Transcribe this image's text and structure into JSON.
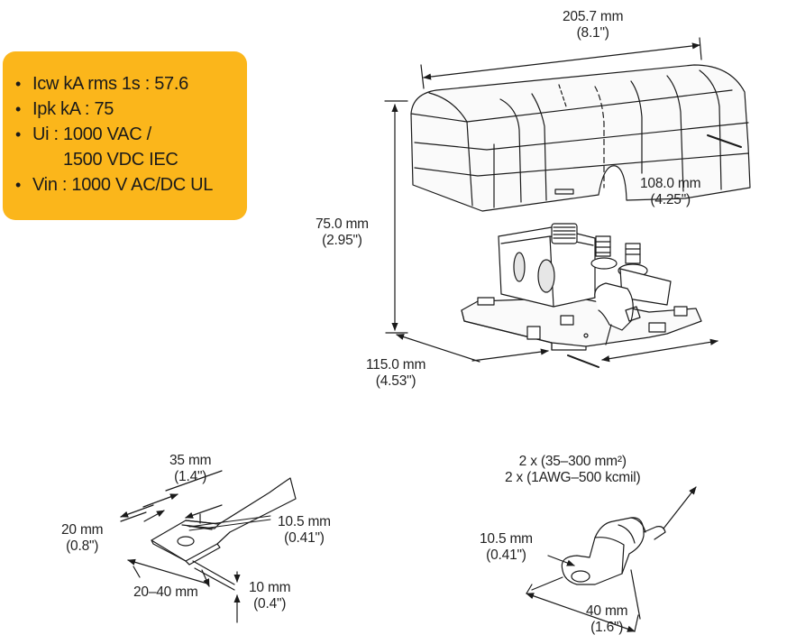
{
  "specs": [
    {
      "text": "Icw kA rms 1s : 57.6"
    },
    {
      "text": "Ipk kA : 75"
    },
    {
      "text": "Ui : 1000 VAC /",
      "cont": "1500 VDC IEC"
    },
    {
      "text": "Vin : 1000 V AC/DC UL"
    }
  ],
  "dimensions": {
    "width_top": {
      "mm": "205.7 mm",
      "in": "(8.1\")"
    },
    "height": {
      "mm": "75.0 mm",
      "in": "(2.95\")"
    },
    "depth": {
      "mm": "108.0 mm",
      "in": "(4.25\")"
    },
    "front": {
      "mm": "115.0 mm",
      "in": "(4.53\")"
    },
    "busbar_len": {
      "mm": "35 mm",
      "in": "(1.4\")"
    },
    "busbar_width": {
      "mm": "20 mm",
      "in": "(0.8\")"
    },
    "busbar_hole": {
      "mm": "10.5 mm",
      "in": "(0.41\")"
    },
    "busbar_range": {
      "mm": "20–40 mm"
    },
    "busbar_thick": {
      "mm": "10 mm",
      "in": "(0.4\")"
    },
    "lug_cable": {
      "line1": "2 x (35–300 mm²)",
      "line2": "2 x (1AWG–500 kcmil)"
    },
    "lug_hole": {
      "mm": "10.5 mm",
      "in": "(0.41\")"
    },
    "lug_len": {
      "mm": "40 mm",
      "in": "(1.6\")"
    }
  },
  "colors": {
    "accent": "#fbb61b",
    "line": "#1a1a1a"
  }
}
